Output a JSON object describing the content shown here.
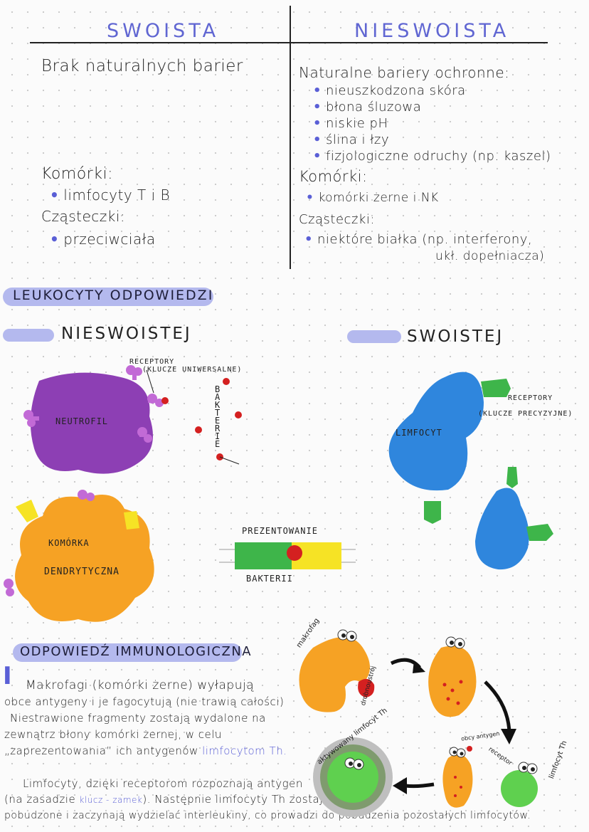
{
  "table": {
    "left_header": "SWOISTA",
    "right_header": "NIESWOISTA",
    "left_barrier": "Brak naturalnych barier",
    "left_cells_label": "Komórki:",
    "left_cells": [
      "limfocyty T i B"
    ],
    "left_molecules_label": "Cząsteczki:",
    "left_molecules": [
      "przeciwciała"
    ],
    "right_barriers_label": "Naturalne bariery ochronne:",
    "right_barriers": [
      "nieuszkodzona skóra",
      "błona śluzowa",
      "niskie pH",
      "ślina i łzy",
      "fizjologiczne odruchy (np. kaszel)"
    ],
    "right_cells_label": "Komórki:",
    "right_cells": [
      "komórki żerne i NK"
    ],
    "right_molecules_label": "Cząsteczki:",
    "right_molecules_line1": "niektóre białka (np. interferony,",
    "right_molecules_line2": "ukł. dopełniacza)"
  },
  "leukocytes": {
    "title": "LEUKOCYTY ODPOWIEDZI",
    "nonspecific": "NIESWOISTEJ",
    "specific": "SWOISTEJ",
    "receptors_label": "RECEPTORY",
    "receptors_sub": "(KLUCZE UNIWERSALNE)",
    "bacteria_label": "BAKTERIE",
    "neutrophil": "NEUTROFIL",
    "dendritic_1": "KOMÓRKA",
    "dendritic_2": "DENDRYTYCZNA",
    "presenting_1": "PREZENTOWANIE",
    "presenting_2": "BAKTERII",
    "lymphocyte": "LIMFOCYT",
    "precise_receptors": "RECEPTORY",
    "precise_receptors_sub": "(KLUCZE PRECYZYJNE)"
  },
  "response": {
    "title": "ODPOWIEDŹ IMMUNOLOGICZNA",
    "numeral": "I",
    "p1_lines": [
      "Makrofagi (komórki żerne) wyłapują",
      "obce antygeny i je fagocytują (nie trawią całości)",
      "Niestrawione fragmenty zostają wydalone na",
      "zewnątrz błony komórki żernej, w celu"
    ],
    "p1_last_prefix": "„zaprezentowania” ich antygenów ",
    "p1_last_highlight": "limfocytom Th.",
    "p2_l1": "Limfocyty, dzięki receptorom rozpoznają antygen",
    "p2_l2_prefix": "(na zasadzie ",
    "p2_l2_highlight": "klucz - zamek",
    "p2_l2_suffix": "). Następnie limfocyty Th zostają",
    "p2_l3": "pobudzone i zaczynają wydzielać interleukiny, co prowadzi do pobudzenia pozostałych limfocytów.",
    "macrophage": "makrofag",
    "microbe": "drobnoustrój",
    "foreign_antigen": "obcy antygen",
    "receptor": "receptor",
    "lymphocyte_th": "limfocyt Th",
    "activated_th": "aktywowany limfocyt Th"
  },
  "colors": {
    "accent": "#6066d2",
    "pill": "#b4b9ee",
    "neutrophil": "#8d3fb4",
    "dendritic": "#f6a224",
    "lymphocyte": "#2f86dd",
    "bacteria": "#d42020",
    "receptor_green": "#3eb54a"
  }
}
